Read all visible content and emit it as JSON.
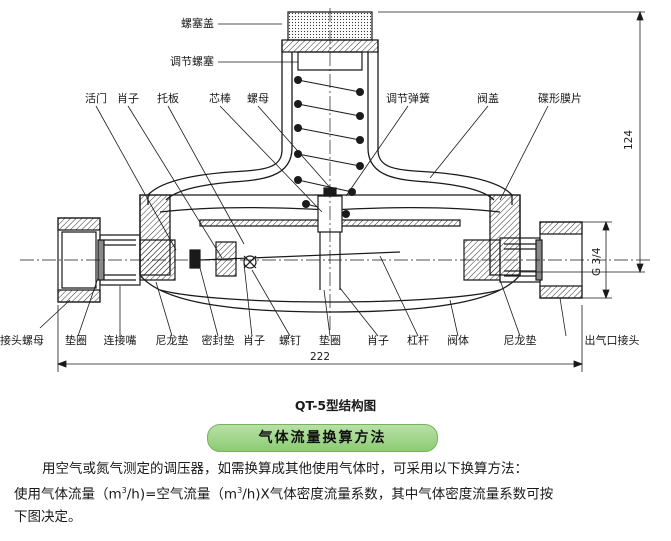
{
  "labels": {
    "plug_cap": "螺塞盖",
    "adjust_plug": "调节螺塞",
    "valve": "活门",
    "pin_left": "肖子",
    "tray": "托板",
    "core_rod": "芯棒",
    "nut": "螺母",
    "adjust_spring": "调节弹簧",
    "valve_cover": "阀盖",
    "diaphragm": "碟形膜片",
    "inlet_nut": "接头螺母",
    "gasket_left": "垫圈",
    "connector": "连接嘴",
    "nylon_pad_left": "尼龙垫",
    "seal_pad": "密封垫",
    "pin_mid": "肖子",
    "screw": "螺钉",
    "gasket_mid": "垫圈",
    "pin_right": "肖子",
    "lever": "杠杆",
    "valve_body": "阀体",
    "nylon_pad_right": "尼龙垫",
    "outlet": "出气口接头"
  },
  "dimensions": {
    "width": "222",
    "height": "124",
    "thread": "G 3/4"
  },
  "caption": "QT-5型结构图",
  "section_title": "气体流量换算方法",
  "paragraph": {
    "line1": "用空气或氮气测定的调压器，如需换算成其他使用气体时，可采用以下换算方法：",
    "line2_a": "使用气体流量（m",
    "line2_sup1": "3",
    "line2_b": "/h)=空气流量（m",
    "line2_sup2": "3",
    "line2_c": "/h)X气体密度流量系数，其中气体密度流量系数可按",
    "line3": "下图决定。"
  },
  "colors": {
    "line": "#1a1a1a",
    "banner": "#9fd488"
  }
}
